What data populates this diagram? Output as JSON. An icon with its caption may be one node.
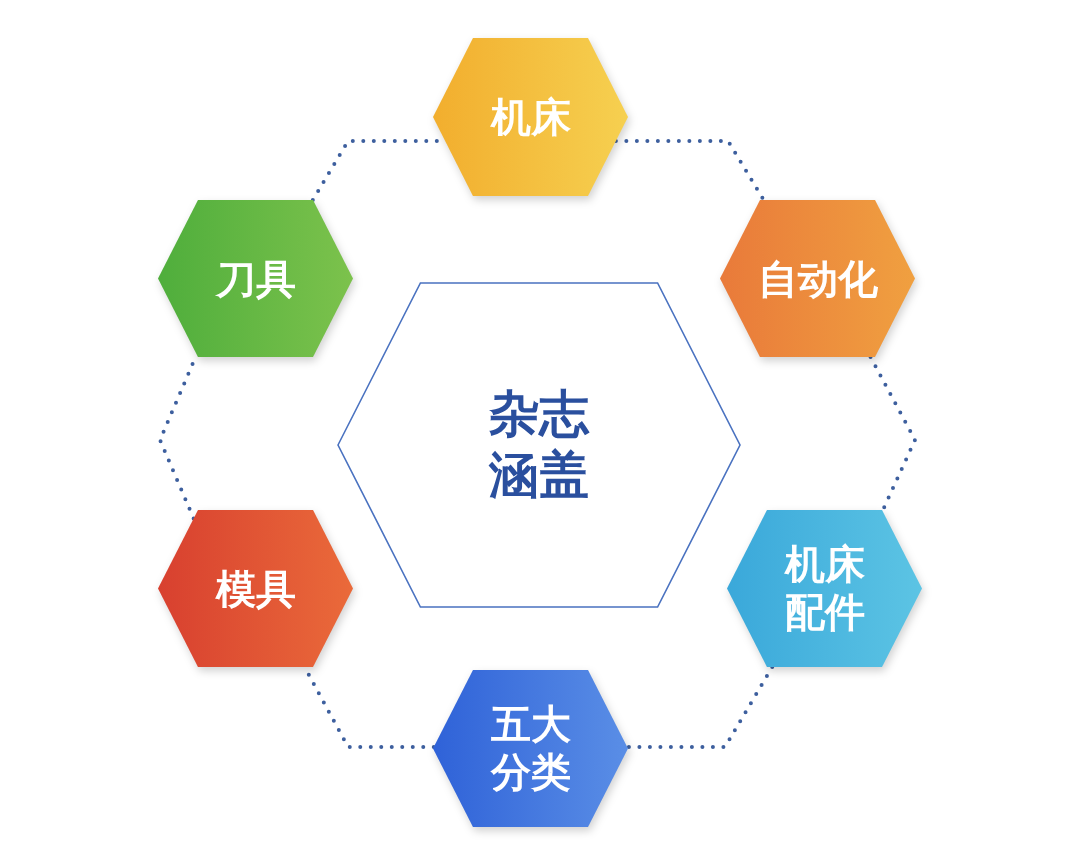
{
  "diagram": {
    "nodes": [
      {
        "text": [
          "机床"
        ]
      },
      {
        "text": [
          "刀具"
        ]
      },
      {
        "text": [
          "自动化"
        ]
      },
      {
        "text": [
          "杂志涵盖"
        ]
      },
      {
        "text": [
          "模具"
        ]
      },
      {
        "text": [
          "机床配件"
        ]
      },
      {
        "text": [
          "五大分类"
        ]
      }
    ],
    "edges": [
      {
        "from": 0,
        "to": 2,
        "arrow": "none",
        "style": "dashed"
      },
      {
        "from": 2,
        "to": 5,
        "arrow": "none",
        "style": "dashed"
      },
      {
        "from": 5,
        "to": 6,
        "arrow": "none",
        "style": "dashed"
      },
      {
        "from": 6,
        "to": 4,
        "arrow": "none",
        "style": "dashed"
      },
      {
        "from": 4,
        "to": 1,
        "arrow": "none",
        "style": "dashed"
      },
      {
        "from": 1,
        "to": 0,
        "arrow": "none",
        "style": "dashed"
      }
    ]
  }
}
